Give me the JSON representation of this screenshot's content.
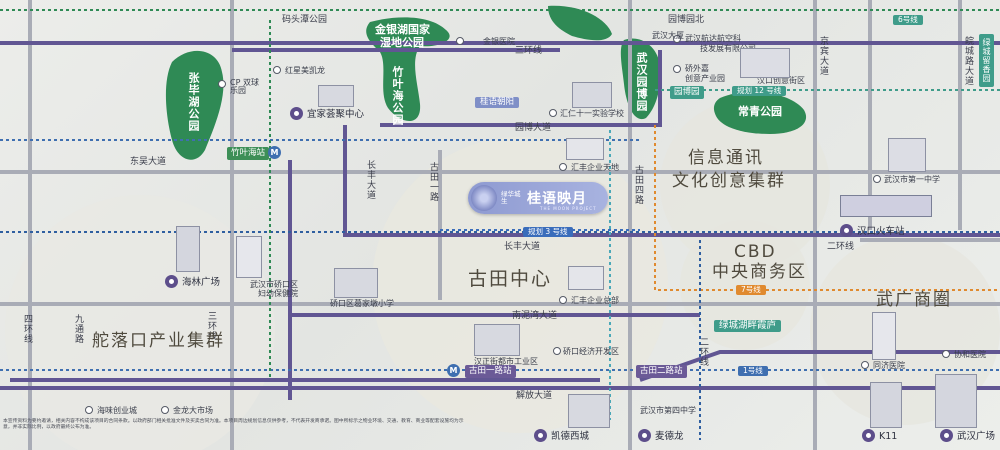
{
  "roads": {
    "matou_park_station": "码头潭公园",
    "sanhuan_top": "三环线",
    "dongwu_road": "东吴大道",
    "yuanbo_road": "园博大道",
    "changfeng_road_a": "长丰大道",
    "changfeng_road_b": "长丰大道",
    "gutian_1st_road": "古田一路",
    "gutian_4th_road": "古田四路",
    "jingkai_road": "京宾大道",
    "jiuwei_road": "九通路",
    "sanhuan_left": "三环线",
    "sihuan_left": "四环线",
    "erhuan_right": "二环线",
    "erhuan_h": "二环线",
    "nanni_road": "南泥湾大道",
    "jiefang_road": "解放大道",
    "yuanbo_north_station": "园博园北",
    "gaoxiong_road": "皖城路大道"
  },
  "districts": {
    "xinxi_1": "信息通讯",
    "xinxi_2": "文化创意集群",
    "gutian_center": "古田中心",
    "cbd_title": "CBD",
    "cbd_sub": "中央商务区",
    "wuguang": "武广商圈",
    "tuoluokou": "舵落口产业集群"
  },
  "parks": {
    "jinyin_1": "金银湖国家",
    "jinyin_2": "湿地公园",
    "zhuye_park": "竹叶海公园",
    "zhangbi_park": "张毕湖公园",
    "changqing_park": "常青公园",
    "wuhan_expo": "武汉园博园",
    "lvcheng_park": "绿城留香园",
    "lvcheng_hupan": "绿城湖畔霞庐"
  },
  "pois": {
    "jinyin_hospital": "金银医院",
    "hongxing": "红星美凯龙",
    "cp_park": "CP 双球 乐园",
    "yijia": "宜家荟聚中心",
    "guiyu_ref": "桂语朝阳",
    "huiren": "汇仁十一实验学校",
    "wuhan_sci_1": "武汉航达航空科",
    "wuhan_sci_2": "技发展有限公司",
    "wuhan_ent": "武汉大厦",
    "ecology_1": "硚外嘉",
    "ecology_2": "创意产业园",
    "e_park": "汉口创意街区",
    "huifeng_tiandi": "汇丰企业天地",
    "hanyang_middle": "武汉市第一中学",
    "hankou_station": "汉口火车站",
    "haiyan": "海林广场",
    "maternal_1": "武汉市硚口区",
    "maternal_2": "妇幼保健院",
    "gutian_school": "硚口区葛家墩小学",
    "huifeng_hq": "汇丰企业总部",
    "hanzheng": "汉正街都市工业区",
    "econ_zone": "硚口经济开发区",
    "haiwei": "海味创业城",
    "jinlong": "金龙大市场",
    "kaide": "凯德西城",
    "mcdonald_plaza": "麦德龙",
    "wuhan_school4": "武汉市第四中学",
    "tongji": "同济医院",
    "xiehe": "协和医院",
    "k11": "K11",
    "wuhan_plaza": "武汉广场"
  },
  "stations": {
    "zhuye": "竹叶海站",
    "gutian_1st": "古田一路站",
    "gutian_2nd": "古田二路站",
    "yuanbo_station": "园博园"
  },
  "lines": {
    "line6": "6号线",
    "line1": "1号线",
    "line7": "7号线",
    "line3_plan": "规划 3 号线",
    "line12_plan": "规划 12 号线"
  },
  "project": {
    "brand_small": "绿华城生",
    "name": "桂语映月",
    "english": "THE MOON PROJECT"
  },
  "disclaimer": "本宣传资料为要约邀请，相关内容不构成该项目的合同条款。以政府部门相关批准文件及买卖合同为准。本项目周边规划信息仅供参考，不代表开发商承诺。图中所标示之物业环境、交通、教育、商业等配套设施均为示意，并非实际比例，以政府最终公布为准。"
}
